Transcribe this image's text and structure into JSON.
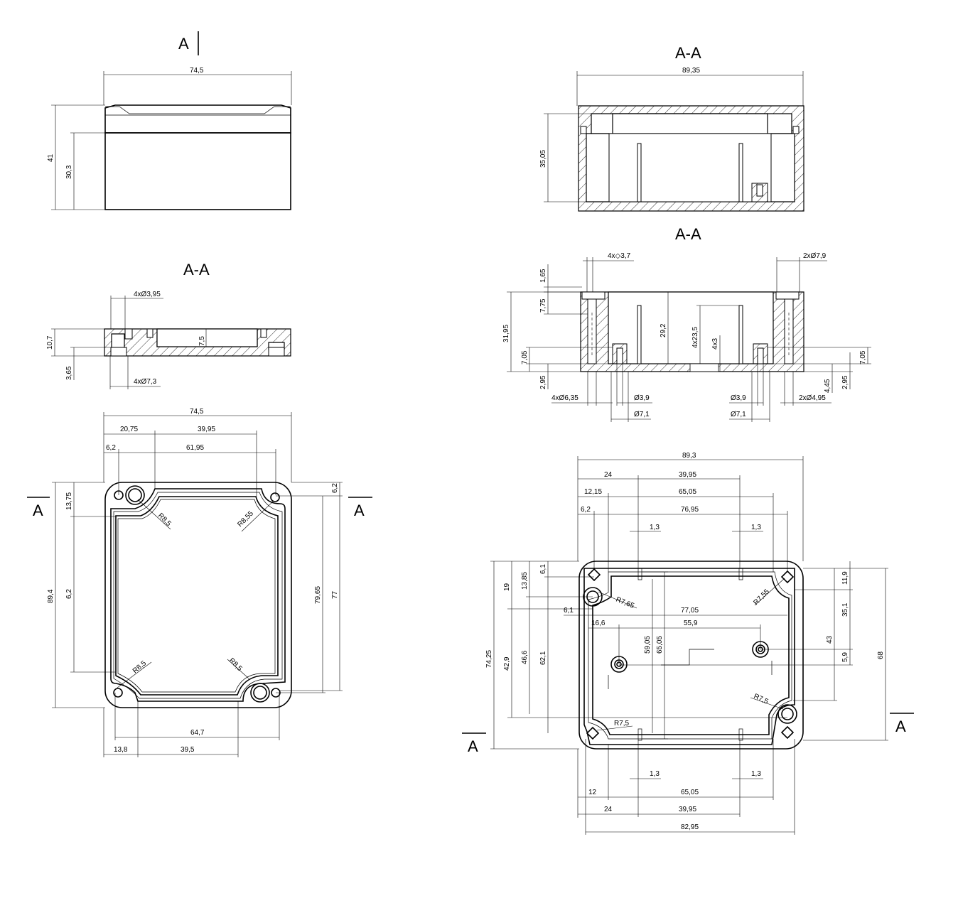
{
  "section_labels": {
    "a": "A",
    "aa": "A-A"
  },
  "dims": {
    "w745": "74,5",
    "h41": "41",
    "h303": "30,3",
    "d395": "4xØ3,95",
    "h107": "10,7",
    "h75": "7,5",
    "h365": "3,65",
    "d73": "4xØ7,3",
    "d2075": "20,75",
    "d3995": "39,95",
    "d62": "6,2",
    "d6195": "61,95",
    "d1375": "13,75",
    "d894": "89,4",
    "d7965": "79,65",
    "d77": "77",
    "r85": "R8,5",
    "r855": "R8,55",
    "d647": "64,7",
    "d138": "13,8",
    "d395b": "39,5",
    "w8935": "89,35",
    "h3505": "35,05",
    "sq37": "4x◇3,7",
    "d2x79": "2xØ7,9",
    "d165": "1,65",
    "d775": "7,75",
    "d3195": "31,95",
    "d292": "29,2",
    "d4x235": "4x23,5",
    "d4x3": "4x3",
    "d705": "7,05",
    "d295": "2,95",
    "d445": "4,45",
    "d4x635": "4xØ6,35",
    "d39": "Ø3,9",
    "d71": "Ø7,1",
    "d2x495": "2xØ4,95",
    "w893": "89,3",
    "d24": "24",
    "d1215": "12,15",
    "d6505": "65,05",
    "d7695": "76,95",
    "d13": "1,3",
    "d61": "6,1",
    "d1385": "13,85",
    "d19": "19",
    "d119": "11,9",
    "d351": "35,1",
    "r755": "R7,55",
    "r765": "R7,65",
    "d7705": "77,05",
    "d166": "16,6",
    "d559": "55,9",
    "d5905": "59,05",
    "d43": "43",
    "d59": "5,9",
    "d68": "68",
    "d7425": "74,25",
    "d429": "42,9",
    "d466": "46,6",
    "d621": "62,1",
    "r75": "R7,5",
    "d12": "12",
    "d8295": "82,95"
  }
}
